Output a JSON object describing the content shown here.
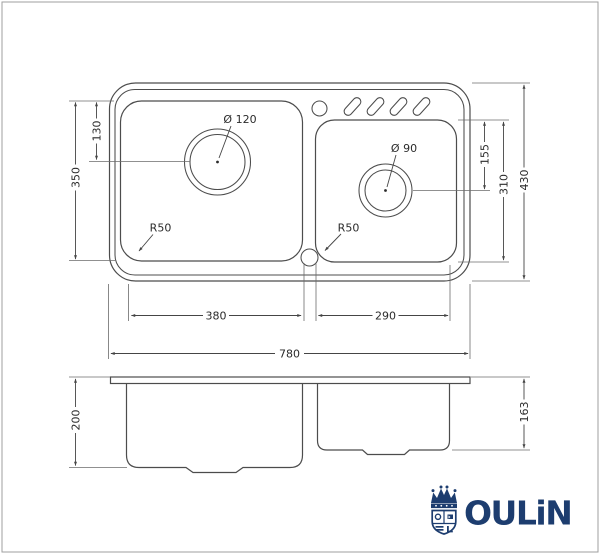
{
  "brand": {
    "name": "OULiN",
    "logo_color": "#1d3d6f",
    "logo_icon": "crown-shield-icon"
  },
  "drawing": {
    "line_color": "#4c4c4c",
    "background": "#ffffff",
    "views": [
      "top-view",
      "side-section-view"
    ]
  },
  "top_view": {
    "dims": {
      "bowl1_drain_offset": "130",
      "bowl1_depth": "350",
      "bowl1_width": "380",
      "bowl2_width": "290",
      "overall_width": "780",
      "overall_depth": "430",
      "bowl2_depth": "310",
      "bowl2_drain_offset": "155",
      "drain1_diameter": "Ø 120",
      "drain2_diameter": "Ø 90",
      "corner_radius_left": "R50",
      "corner_radius_right": "R50"
    }
  },
  "side_view": {
    "dims": {
      "bowl1_height": "200",
      "bowl2_height": "163"
    }
  }
}
